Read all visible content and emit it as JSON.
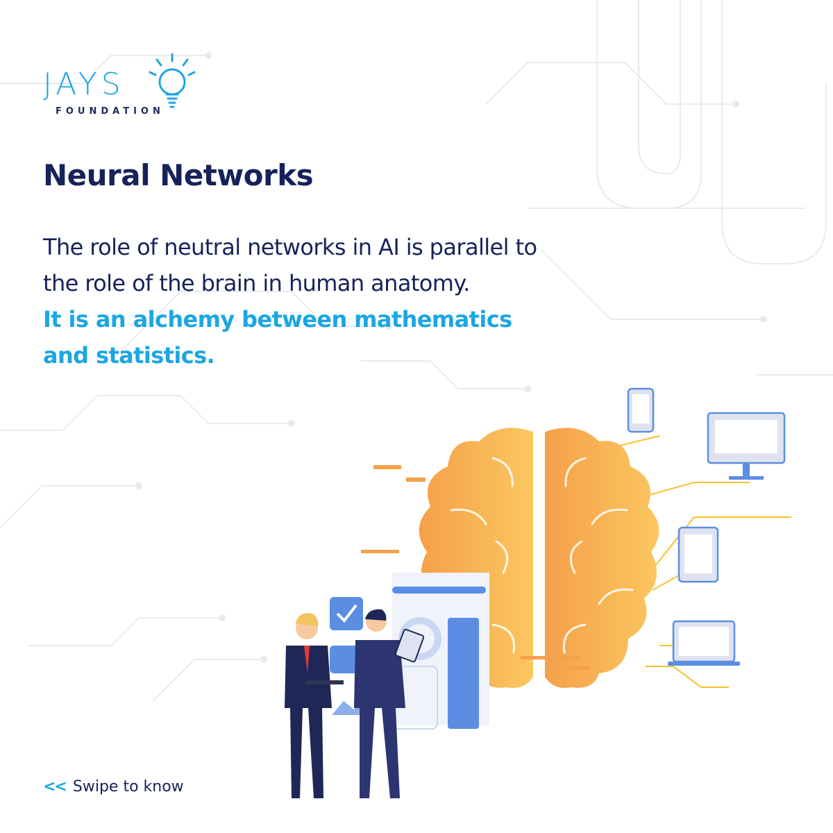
{
  "brand": {
    "name": "JAYS",
    "subtitle": "FOUNDATION",
    "colors": {
      "primary": "#1ba6e4",
      "navy": "#16225a",
      "brain": "#f5a04a"
    }
  },
  "heading": "Neural Networks",
  "body": {
    "line1": "The role of neutral networks in AI is parallel to",
    "line2": "the role of the brain in human anatomy.",
    "highlight1": "It is an alchemy between mathematics",
    "highlight2": "and statistics."
  },
  "footer": {
    "chevron": "<<",
    "swipe_label": "Swipe to know"
  },
  "illustration": {
    "icons": [
      "brain-icon",
      "smartphone-icon",
      "monitor-icon",
      "tablet-icon",
      "laptop-icon",
      "checkmark-icon"
    ]
  }
}
